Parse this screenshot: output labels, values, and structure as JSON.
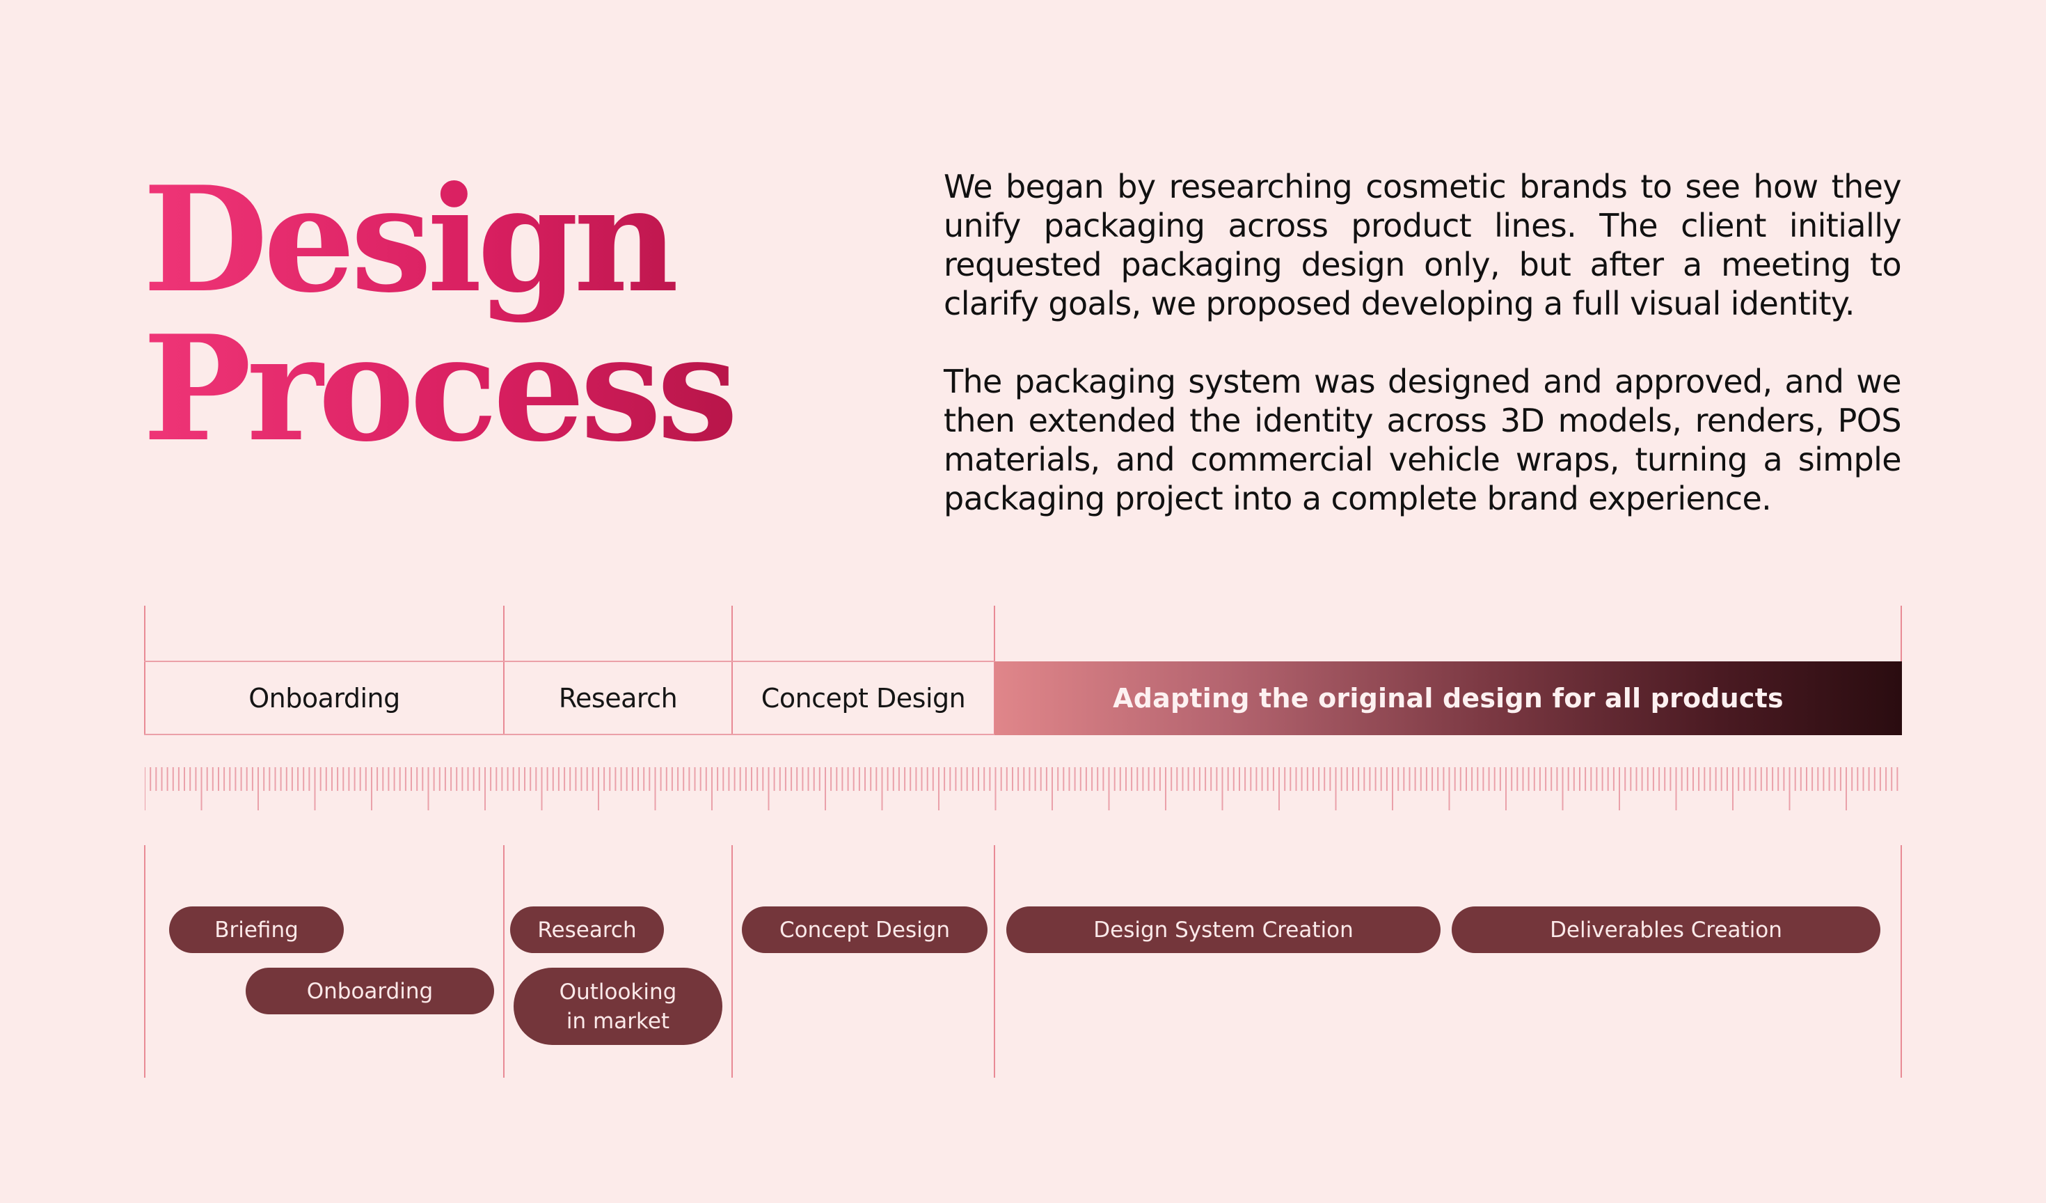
{
  "title": {
    "line1": "Design",
    "line2": "Process"
  },
  "intro": {
    "p1": "We began by researching cosmetic brands to see how they unify packaging across product lines. The client initially requested packaging design only, but after a meeting to clarify goals, we proposed developing a full visual identity.",
    "p2": "The packaging system was designed and approved, and we then extended the identity across 3D models, renders, POS materials, and commercial vehicle wraps, turning a simple packaging project into a complete brand experience."
  },
  "phases": [
    {
      "label": "Onboarding"
    },
    {
      "label": "Research"
    },
    {
      "label": "Concept Design"
    },
    {
      "label": "Adapting the original design for all products",
      "highlight": true
    }
  ],
  "tasks": [
    {
      "label": "Briefing"
    },
    {
      "label": "Onboarding"
    },
    {
      "label": "Research"
    },
    {
      "label": "Outlooking\nin market"
    },
    {
      "label": "Concept Design"
    },
    {
      "label": "Design System Creation"
    },
    {
      "label": "Deliverables Creation"
    }
  ],
  "colors": {
    "background": "#fcebea",
    "title_gradient_start": "#ef3577",
    "title_gradient_end": "#b31446",
    "pill": "#74363b",
    "divider": "#e88a95"
  }
}
